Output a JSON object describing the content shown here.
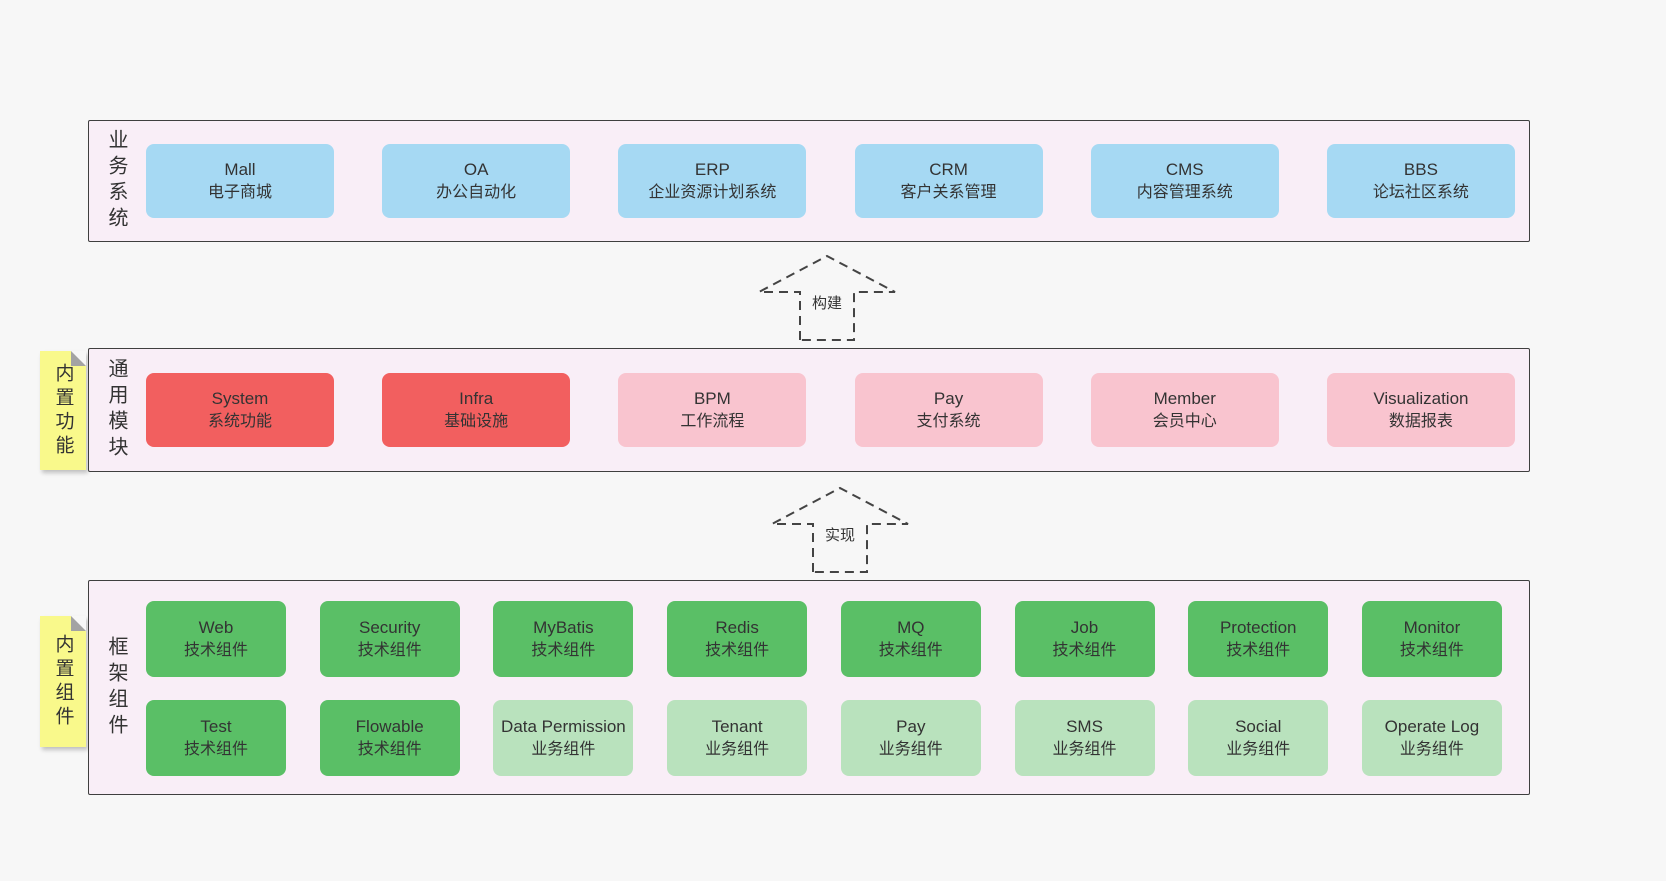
{
  "colors": {
    "page-bg": "#f7f7f7",
    "band-bg": "#f9eef7",
    "band-border": "#3f3f3f",
    "blue": "#a6d9f3",
    "red": "#f25f5f",
    "pink": "#f9c4cf",
    "green": "#5abf66",
    "lightgreen": "#b9e2bd",
    "sticky": "#f9f98b",
    "arrow": "#444444",
    "text": "#333333"
  },
  "bands": {
    "business": {
      "label": "业务系统",
      "items": [
        {
          "title": "Mall",
          "subtitle": "电子商城",
          "variant": "blue"
        },
        {
          "title": "OA",
          "subtitle": "办公自动化",
          "variant": "blue"
        },
        {
          "title": "ERP",
          "subtitle": "企业资源计划系统",
          "variant": "blue"
        },
        {
          "title": "CRM",
          "subtitle": "客户关系管理",
          "variant": "blue"
        },
        {
          "title": "CMS",
          "subtitle": "内容管理系统",
          "variant": "blue"
        },
        {
          "title": "BBS",
          "subtitle": "论坛社区系统",
          "variant": "blue"
        }
      ]
    },
    "modules": {
      "label": "通用模块",
      "sticky": "内置功能",
      "items": [
        {
          "title": "System",
          "subtitle": "系统功能",
          "variant": "red"
        },
        {
          "title": "Infra",
          "subtitle": "基础设施",
          "variant": "red"
        },
        {
          "title": "BPM",
          "subtitle": "工作流程",
          "variant": "pink"
        },
        {
          "title": "Pay",
          "subtitle": "支付系统",
          "variant": "pink"
        },
        {
          "title": "Member",
          "subtitle": "会员中心",
          "variant": "pink"
        },
        {
          "title": "Visualization",
          "subtitle": "数据报表",
          "variant": "pink"
        }
      ]
    },
    "framework": {
      "label": "框架组件",
      "sticky": "内置组件",
      "rows": [
        [
          {
            "title": "Web",
            "subtitle": "技术组件",
            "variant": "green"
          },
          {
            "title": "Security",
            "subtitle": "技术组件",
            "variant": "green"
          },
          {
            "title": "MyBatis",
            "subtitle": "技术组件",
            "variant": "green"
          },
          {
            "title": "Redis",
            "subtitle": "技术组件",
            "variant": "green"
          },
          {
            "title": "MQ",
            "subtitle": "技术组件",
            "variant": "green"
          },
          {
            "title": "Job",
            "subtitle": "技术组件",
            "variant": "green"
          },
          {
            "title": "Protection",
            "subtitle": "技术组件",
            "variant": "green"
          },
          {
            "title": "Monitor",
            "subtitle": "技术组件",
            "variant": "green"
          }
        ],
        [
          {
            "title": "Test",
            "subtitle": "技术组件",
            "variant": "green"
          },
          {
            "title": "Flowable",
            "subtitle": "技术组件",
            "variant": "green"
          },
          {
            "title": "Data Permission",
            "subtitle": "业务组件",
            "variant": "lightgreen"
          },
          {
            "title": "Tenant",
            "subtitle": "业务组件",
            "variant": "lightgreen"
          },
          {
            "title": "Pay",
            "subtitle": "业务组件",
            "variant": "lightgreen"
          },
          {
            "title": "SMS",
            "subtitle": "业务组件",
            "variant": "lightgreen"
          },
          {
            "title": "Social",
            "subtitle": "业务组件",
            "variant": "lightgreen"
          },
          {
            "title": "Operate Log",
            "subtitle": "业务组件",
            "variant": "lightgreen"
          }
        ]
      ]
    }
  },
  "arrows": [
    {
      "label": "构建"
    },
    {
      "label": "实现"
    }
  ]
}
